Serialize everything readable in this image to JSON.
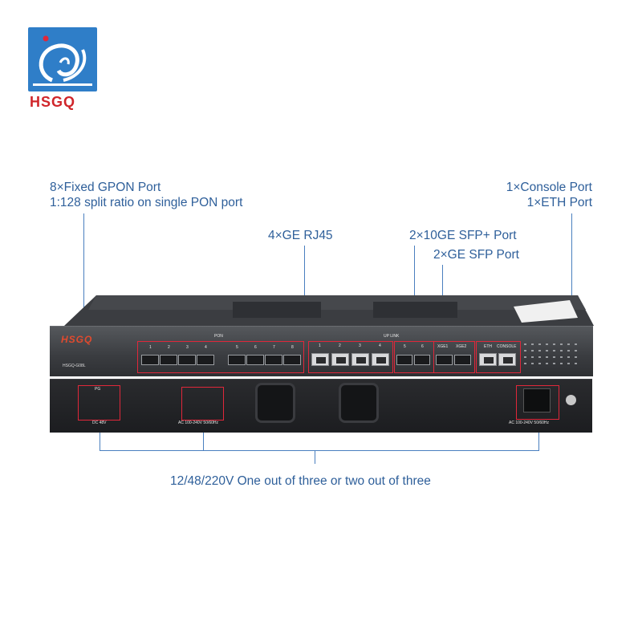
{
  "logo": {
    "brand_text": "HSGQ",
    "bg_color": "#2f7ec8",
    "text_color": "#d0252a"
  },
  "device": {
    "brand": "HSGQ",
    "model": "HSGQ-G08L",
    "front_labels": {
      "pon": "PON",
      "uplink": "UP LINK",
      "pon_ports": [
        "1",
        "2",
        "3",
        "4",
        "5",
        "6",
        "7",
        "8"
      ],
      "rj45_ports": [
        "1",
        "2",
        "3",
        "4"
      ],
      "sfp_ports": [
        "5",
        "6"
      ],
      "xge_ports": [
        "XGE1",
        "XGE2"
      ],
      "eth": "ETH",
      "console": "CONSOLE"
    },
    "rear_labels": {
      "dc": "DC 48V",
      "dc_pg": "PG",
      "ac_left": "AC 100-240V 50/60Hz",
      "ac_right": "AC 100-240V 50/60Hz"
    }
  },
  "annotations": {
    "gpon_line1": "8×Fixed GPON Port",
    "gpon_line2": "1:128 split ratio on single PON port",
    "rj45": "4×GE RJ45",
    "sfp_plus": "2×10GE SFP+ Port",
    "sfp": "2×GE SFP Port",
    "console_line1": "1×Console Port",
    "console_line2": "1×ETH Port",
    "power": "12/48/220V One out of three or two out of three"
  },
  "colors": {
    "annotation_text": "#2e5f9a",
    "annotation_line": "#4a7fbf",
    "highlight": "#e0273a"
  }
}
